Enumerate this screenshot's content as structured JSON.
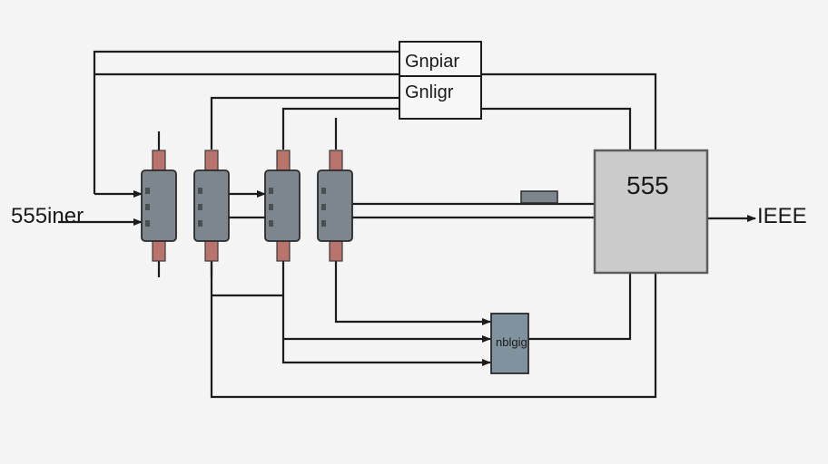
{
  "labels": {
    "top_box_line1": "Gnpiar",
    "top_box_line2": "Gnligr",
    "main_chip": "555",
    "input_label": "555iner",
    "output_label": "IEEE",
    "small_box": "nblgig"
  },
  "colors": {
    "wire": "#1c1c1c",
    "component_body": "#7d868c",
    "component_tab": "#b8736c",
    "chip_fill": "#cbcbcb",
    "chip_border": "#5c5c5c",
    "small_box_fill": "#7f929e",
    "background": "#f4f4f4"
  }
}
